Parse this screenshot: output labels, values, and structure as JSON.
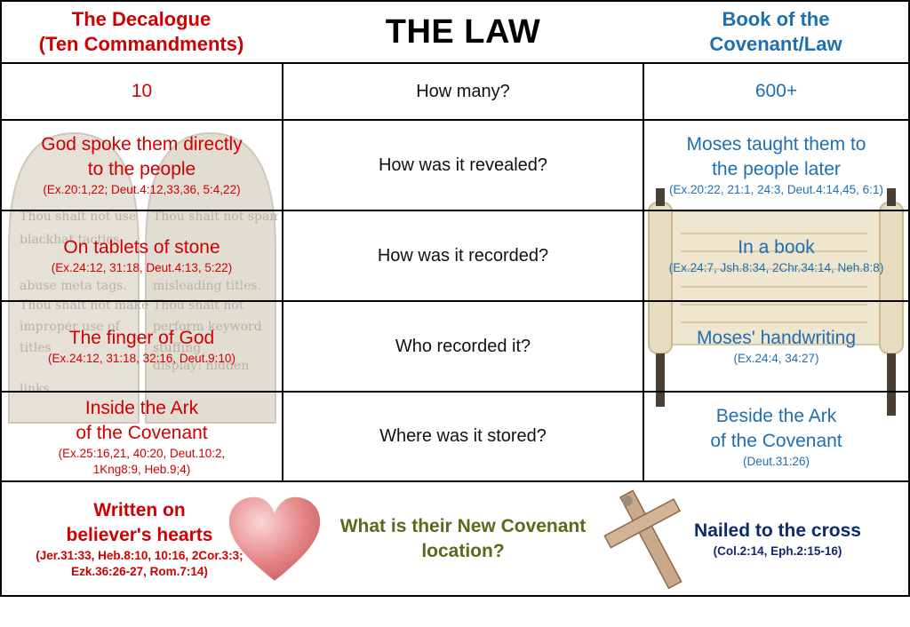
{
  "header": {
    "left_title": "The Decalogue\n(Ten Commandments)",
    "center_title": "THE LAW",
    "right_title": "Book of the\nCovenant/Law"
  },
  "rows": [
    {
      "question": "How many?",
      "left": {
        "main": "10",
        "ref": ""
      },
      "right": {
        "main": "600+",
        "ref": ""
      }
    },
    {
      "question": "How was it revealed?",
      "left": {
        "main": "God spoke them directly\nto the people",
        "ref": "(Ex.20:1,22; Deut.4:12,33,36, 5:4,22)"
      },
      "right": {
        "main": "Moses taught them to\nthe people later",
        "ref": "(Ex.20:22, 21:1, 24:3, Deut.4:14,45, 6:1)"
      }
    },
    {
      "question": "How was it recorded?",
      "left": {
        "main": "On tablets of stone",
        "ref": "(Ex.24:12, 31:18, Deut.4:13, 5:22)"
      },
      "right": {
        "main": "In a book",
        "ref": "(Ex.24:7, Jsh.8:34, 2Chr.34:14, Neh.8:8)"
      }
    },
    {
      "question": "Who recorded it?",
      "left": {
        "main": "The finger of God",
        "ref": "(Ex.24:12, 31:18, 32:16, Deut.9:10)"
      },
      "right": {
        "main": "Moses' handwriting",
        "ref": "(Ex.24:4, 34:27)"
      }
    },
    {
      "question": "Where was it stored?",
      "left": {
        "main": "Inside the Ark\nof the Covenant",
        "ref": "(Ex.25:16,21,  40:20, Deut.10:2,\n1Kng8:9, Heb.9;4)"
      },
      "right": {
        "main": "Beside the Ark\nof the Covenant",
        "ref": "(Deut.31:26)"
      }
    }
  ],
  "bottom": {
    "left_main": "Written on\nbeliever's hearts",
    "left_ref": "(Jer.31:33, Heb.8:10, 10:16, 2Cor.3:3;\nEzk.36:26-27, Rom.7:14)",
    "question": "What is their New Covenant\nlocation?",
    "right_main": "Nailed to the cross",
    "right_ref": "(Col.2:14, Eph.2:15-16)"
  },
  "tablet_text": {
    "left": [
      "Thou shalt not use",
      "blackhat tactics",
      "...",
      "abuse meta tags.",
      "Thou shalt not make",
      "improper use of",
      "titles",
      "...",
      "links"
    ],
    "right": [
      "Thou shalt not spam",
      "...",
      "misleading titles.",
      "Thou shalt not",
      "perform keyword",
      "stuffing",
      "...",
      "display: hidden"
    ]
  },
  "colors": {
    "left_column": "#d00000",
    "right_column": "#1f6fb0",
    "bottom_question": "#5a6a1a",
    "bottom_right": "#0d2a6e"
  },
  "icons": {
    "tablets": "stone-tablets-icon",
    "scroll": "torah-scroll-icon",
    "heart": "heart-icon",
    "cross": "wooden-cross-icon"
  }
}
